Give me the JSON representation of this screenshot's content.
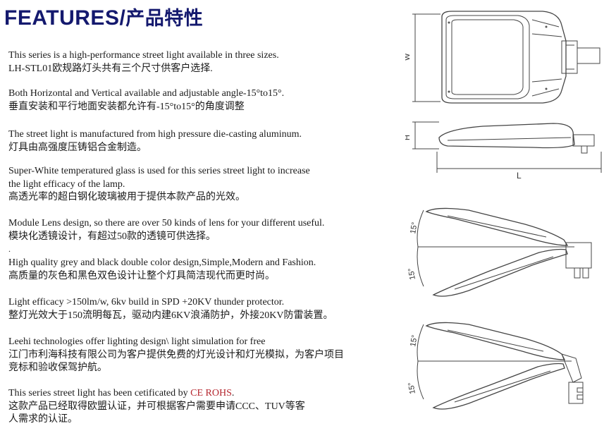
{
  "title": {
    "en": "FEATURES/",
    "zh": "产品特性"
  },
  "features": [
    {
      "en": "This series is a high-performance street light available in three sizes.",
      "zh": "LH-STL01欧规路灯头共有三个尺寸供客户选择."
    },
    {
      "en": "Both Horizontal and Vertical available and adjustable angle-15°to15°.",
      "zh": "垂直安装和平行地面安装都允许有-15°to15°的角度调整"
    },
    {
      "en": "The street light is manufactured from high pressure die-casting aluminum.",
      "zh": "灯具由高强度压铸铝合金制造。"
    },
    {
      "en1": "Super-White temperatured glass is used for this series street light to increase",
      "en2": "the light efficacy of the lamp.",
      "zh": "高透光率的超白钢化玻璃被用于提供本款产品的光效。"
    },
    {
      "en": "Module Lens design, so there are over 50 kinds of lens for your different useful.",
      "zh": "模块化透镜设计，有超过50款的透镜可供选择。",
      "separator": "."
    },
    {
      "en": "High quality grey and black double color design,Simple,Modern and Fashion.",
      "zh": "高质量的灰色和黑色双色设计让整个灯具简洁现代而更时尚。"
    },
    {
      "en": "Light efficacy >150lm/w, 6kv build in SPD +20KV thunder protector.",
      "zh": "整灯光效大于150流明每瓦，驱动内建6KV浪涌防护，外接20KV防雷装置。"
    },
    {
      "en": "Leehi technologies offer lighting design\\ light simulation for free",
      "zh1": "江门市利海科技有限公司为客户提供免费的灯光设计和灯光模拟，为客户项目",
      "zh2": "竞标和验收保驾护航。"
    },
    {
      "en_prefix": "This series street light has been cetificated by ",
      "en_highlight": "CE ROHS",
      "en_suffix": ".",
      "zh1": "这款产品已经取得欧盟认证，并可根据客户需要申请CCC、TUV等客",
      "zh2": "人需求的认证。"
    }
  ],
  "drawings": {
    "top_view_dimension": "W",
    "side_view_height": "H",
    "side_view_length": "L",
    "tilt_view_1": {
      "angle_top": "15°",
      "angle_bottom": "15°"
    },
    "tilt_view_2": {
      "angle_top": "15°",
      "angle_bottom": "15°"
    }
  },
  "colors": {
    "title": "#14196e",
    "highlight": "#b5262e",
    "body_text": "#1a1a1a",
    "line_art": "#444444"
  }
}
